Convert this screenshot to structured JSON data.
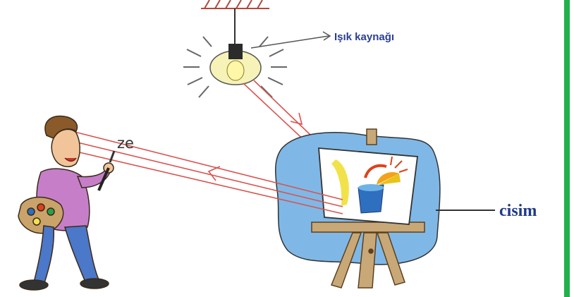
{
  "labels": {
    "light_source": "Işık kaynağı",
    "object": "cisim",
    "eye_fragment": "ze"
  },
  "colors": {
    "light_ray": "#d9534f",
    "right_border": "#22b04b",
    "canvas_backdrop": "#7fb8e6",
    "label_blue": "#2a3f8f"
  },
  "icons": [
    "ceiling-mount-icon",
    "light-bulb-icon",
    "painter-figure-icon",
    "easel-icon",
    "painting-icon"
  ]
}
